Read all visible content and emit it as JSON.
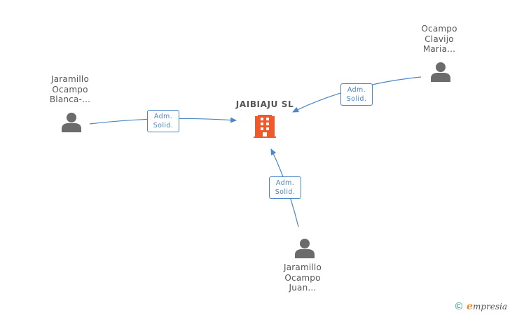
{
  "company": {
    "name": "JAIBIAJU SL",
    "color": "#f0592b",
    "icon": "building-icon"
  },
  "persons": [
    {
      "id": "p1",
      "lines": [
        "Jaramillo",
        "Ocampo",
        "Blanca-..."
      ],
      "icon": "person-icon"
    },
    {
      "id": "p2",
      "lines": [
        "Ocampo",
        "Clavijo",
        "Maria..."
      ],
      "icon": "person-icon"
    },
    {
      "id": "p3",
      "lines": [
        "Jaramillo",
        "Ocampo",
        "Juan..."
      ],
      "icon": "person-icon"
    }
  ],
  "edges": [
    {
      "from": "p1",
      "lines": [
        "Adm.",
        "Solid."
      ]
    },
    {
      "from": "p2",
      "lines": [
        "Adm.",
        "Solid."
      ]
    },
    {
      "from": "p3",
      "lines": [
        "Adm.",
        "Solid."
      ]
    }
  ],
  "colors": {
    "edge": "#4a86c8",
    "person": "#6b6b6b",
    "text": "#555555"
  },
  "watermark": {
    "symbol": "©",
    "brand_initial": "e",
    "brand_rest": "mpresia"
  }
}
